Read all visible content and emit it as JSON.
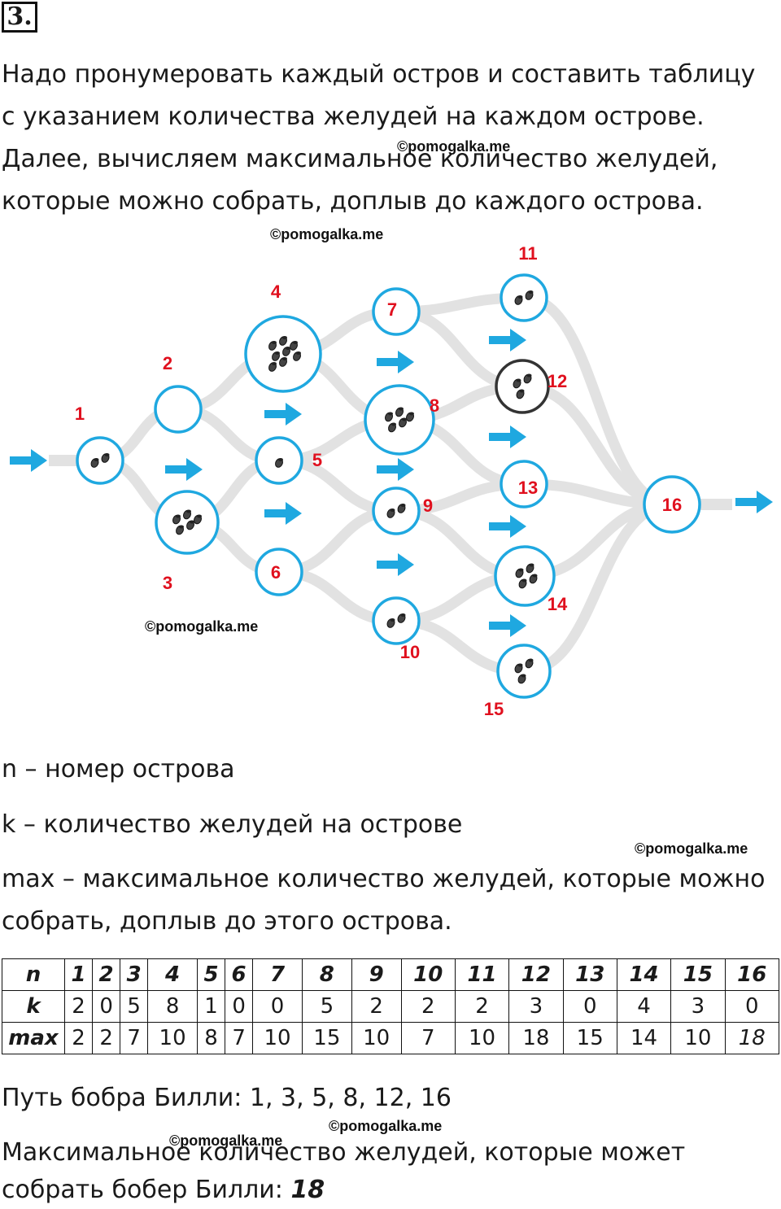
{
  "task_number": "3.",
  "intro_text": "Надо пронумеровать каждый остров и составить таблицу с указанием количества желудей на каждом острове. Далее, вычисляем максимальное количество желудей, которые можно собрать, доплыв до каждого острова.",
  "watermark": "©pomogalka.me",
  "diagram": {
    "islands": [
      {
        "n": "1",
        "acorns": 2
      },
      {
        "n": "2",
        "acorns": 0
      },
      {
        "n": "3",
        "acorns": 5
      },
      {
        "n": "4",
        "acorns": 8
      },
      {
        "n": "5",
        "acorns": 1
      },
      {
        "n": "6",
        "acorns": 0
      },
      {
        "n": "7",
        "acorns": 0
      },
      {
        "n": "8",
        "acorns": 5
      },
      {
        "n": "9",
        "acorns": 2
      },
      {
        "n": "10",
        "acorns": 2
      },
      {
        "n": "11",
        "acorns": 2
      },
      {
        "n": "12",
        "acorns": 3
      },
      {
        "n": "13",
        "acorns": 0
      },
      {
        "n": "14",
        "acorns": 4
      },
      {
        "n": "15",
        "acorns": 3
      },
      {
        "n": "16",
        "acorns": 0
      }
    ],
    "colors": {
      "island": "#1fa8e0",
      "label": "#e0101e",
      "path": "#e2e2e2",
      "arrow": "#1fa8e0",
      "island12_border": "#333333"
    }
  },
  "legend": {
    "n": "n – номер острова",
    "k": "k – количество желудей на острове",
    "max": "max – максимальное количество желудей, которые можно собрать, доплыв до этого острова."
  },
  "table": {
    "row_labels": [
      "n",
      "k",
      "max"
    ],
    "n": [
      "1",
      "2",
      "3",
      "4",
      "5",
      "6",
      "7",
      "8",
      "9",
      "10",
      "11",
      "12",
      "13",
      "14",
      "15",
      "16"
    ],
    "k": [
      "2",
      "0",
      "5",
      "8",
      "1",
      "0",
      "0",
      "5",
      "2",
      "2",
      "2",
      "3",
      "0",
      "4",
      "3",
      "0"
    ],
    "max": [
      "2",
      "2",
      "7",
      "10",
      "8",
      "7",
      "10",
      "15",
      "10",
      "7",
      "10",
      "18",
      "15",
      "14",
      "10",
      "18"
    ]
  },
  "path_text": "Путь бобра Билли: 1, 3, 5, 8, 12, 16",
  "answer_text_prefix": "Максимальное количество желудей, которые может собрать бобер Билли: ",
  "answer_value": "18"
}
